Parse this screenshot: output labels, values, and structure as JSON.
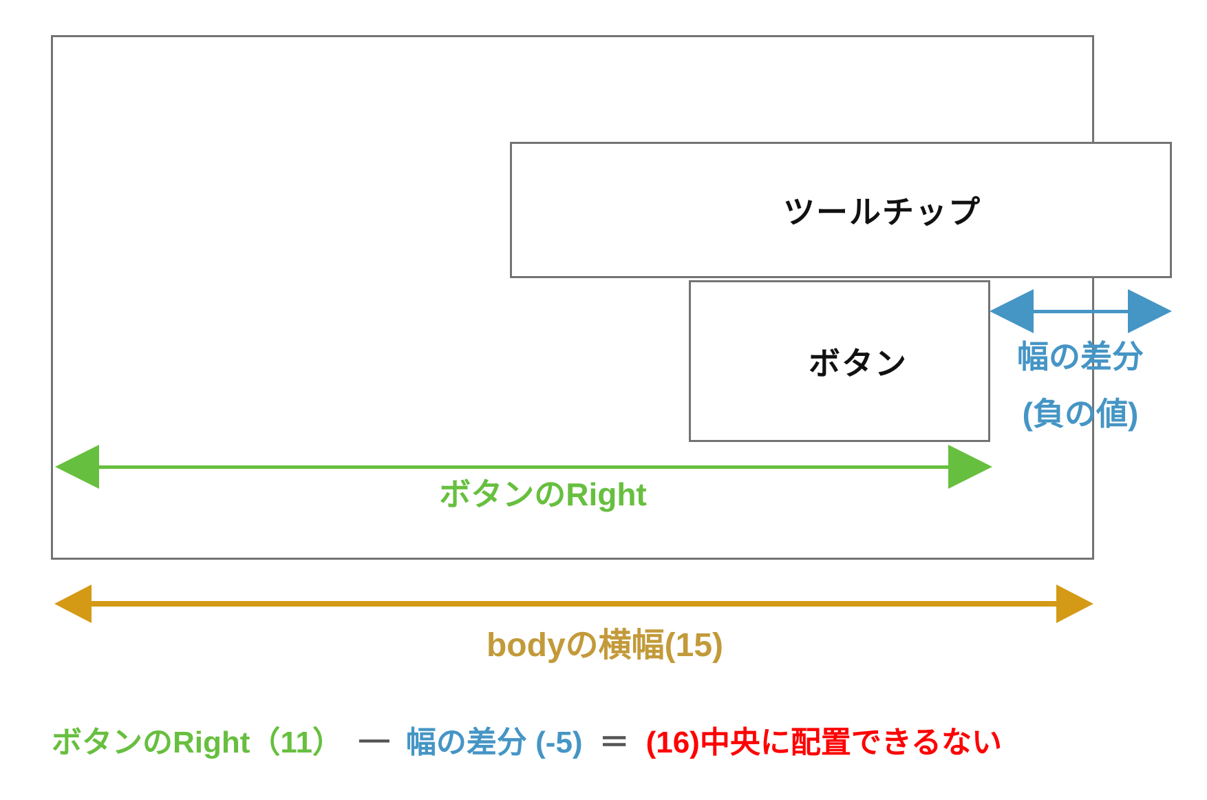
{
  "colors": {
    "green": "#67bf3f",
    "blue": "#4595c5",
    "orange": "#d49a16",
    "gold": "#c39a3a",
    "red": "#fe0000",
    "gray_border": "#737373",
    "gray_operator": "#555555",
    "black_text": "#111111"
  },
  "boxes": {
    "tooltip": {
      "label": "ツールチップ"
    },
    "button": {
      "label": "ボタン"
    }
  },
  "annotations": {
    "width_diff": {
      "line1": "幅の差分",
      "line2": "(負の値)"
    },
    "button_right": {
      "label": "ボタンのRight"
    },
    "body_width": {
      "label": "bodyの横幅(15)"
    }
  },
  "formula": {
    "parts": [
      {
        "text": "ボタンのRight（11）",
        "color": "green"
      },
      {
        "text": "—",
        "color": "gray"
      },
      {
        "text": "幅の差分 (-5)",
        "color": "blue"
      },
      {
        "text": "＝",
        "color": "gray"
      },
      {
        "text": "(16)中央に配置できるない",
        "color": "red"
      }
    ]
  }
}
